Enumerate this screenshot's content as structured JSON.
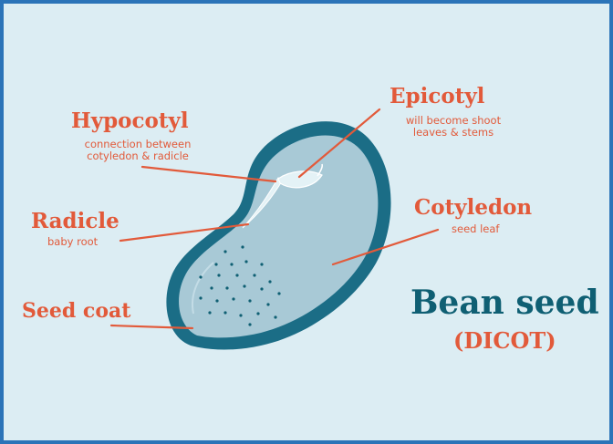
{
  "labels": {
    "hypocotyl": {
      "name": "Hypocotyl",
      "desc_line1": "connection between",
      "desc_line2": "cotyledon & radicle"
    },
    "epicotyl": {
      "name": "Epicotyl",
      "desc_line1": "will become shoot",
      "desc_line2": "leaves & stems"
    },
    "radicle": {
      "name": "Radicle",
      "desc_line1": "baby root"
    },
    "cotyledon": {
      "name": "Cotyledon",
      "desc_line1": "seed leaf"
    },
    "seed_coat": {
      "name": "Seed coat"
    }
  },
  "title": "Bean seed",
  "subtitle": "(DICOT)",
  "colors": {
    "frame_border": "#2b74b8",
    "background": "#dcedf3",
    "label": "#e25a3a",
    "title": "#0f5f73",
    "seed_coat": "#1b6d86",
    "cotyledon": "#a8c9d6",
    "embryo": "#e4f2f6"
  }
}
